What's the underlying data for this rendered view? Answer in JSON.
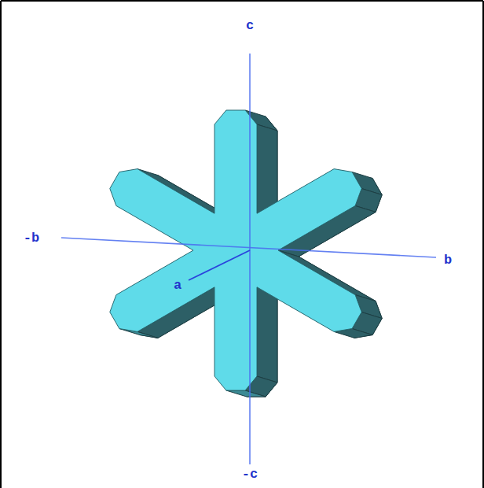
{
  "diagram": {
    "labels": [
      "c",
      "-b",
      "b",
      "a",
      "-c"
    ]
  }
}
